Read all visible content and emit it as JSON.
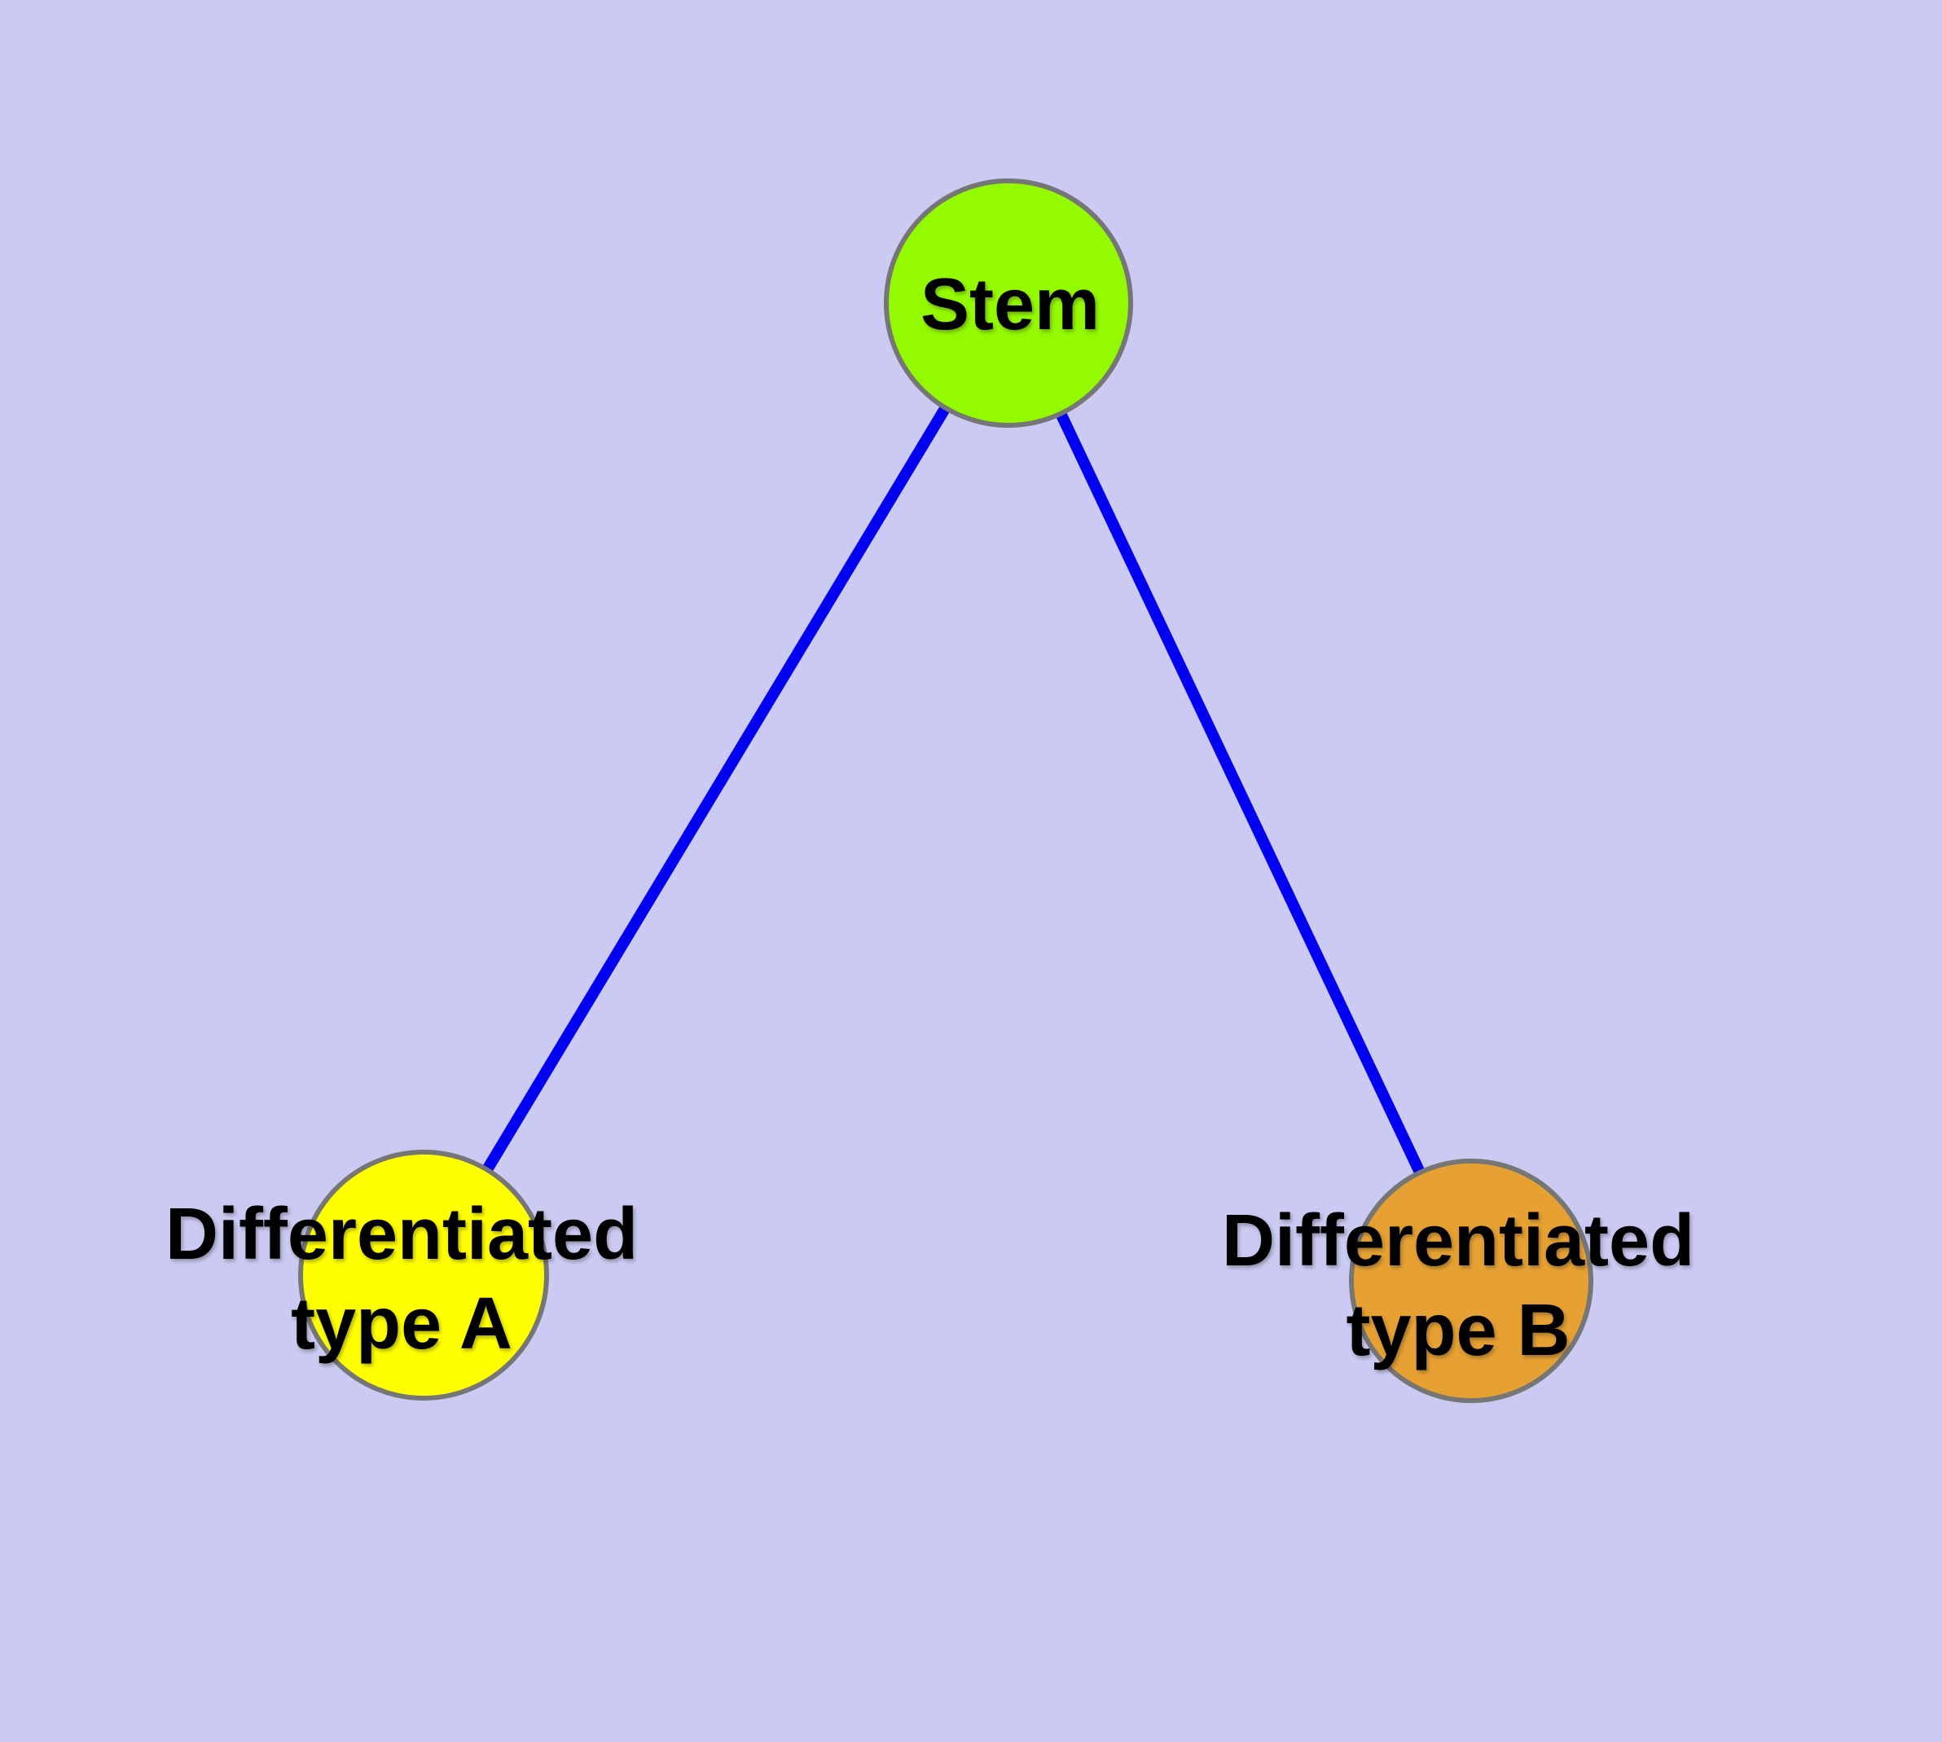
{
  "canvas": {
    "background": "#CACAF2"
  },
  "nodes": {
    "stem": {
      "id": "stem",
      "label": "Stem",
      "fill": "#94FA00",
      "stroke": "#767676"
    },
    "typeA": {
      "id": "typeA",
      "label": "Differentiated\ntype A",
      "fill": "#FFFF00",
      "stroke": "#767676"
    },
    "typeB": {
      "id": "typeB",
      "label": "Differentiated\ntype B",
      "fill": "#E7A132",
      "stroke": "#767676"
    }
  },
  "edges": {
    "color": "#0202F0",
    "items": [
      {
        "from": "stem",
        "to": "typeA"
      },
      {
        "from": "stem",
        "to": "typeB"
      }
    ]
  },
  "text_color": "#000000"
}
